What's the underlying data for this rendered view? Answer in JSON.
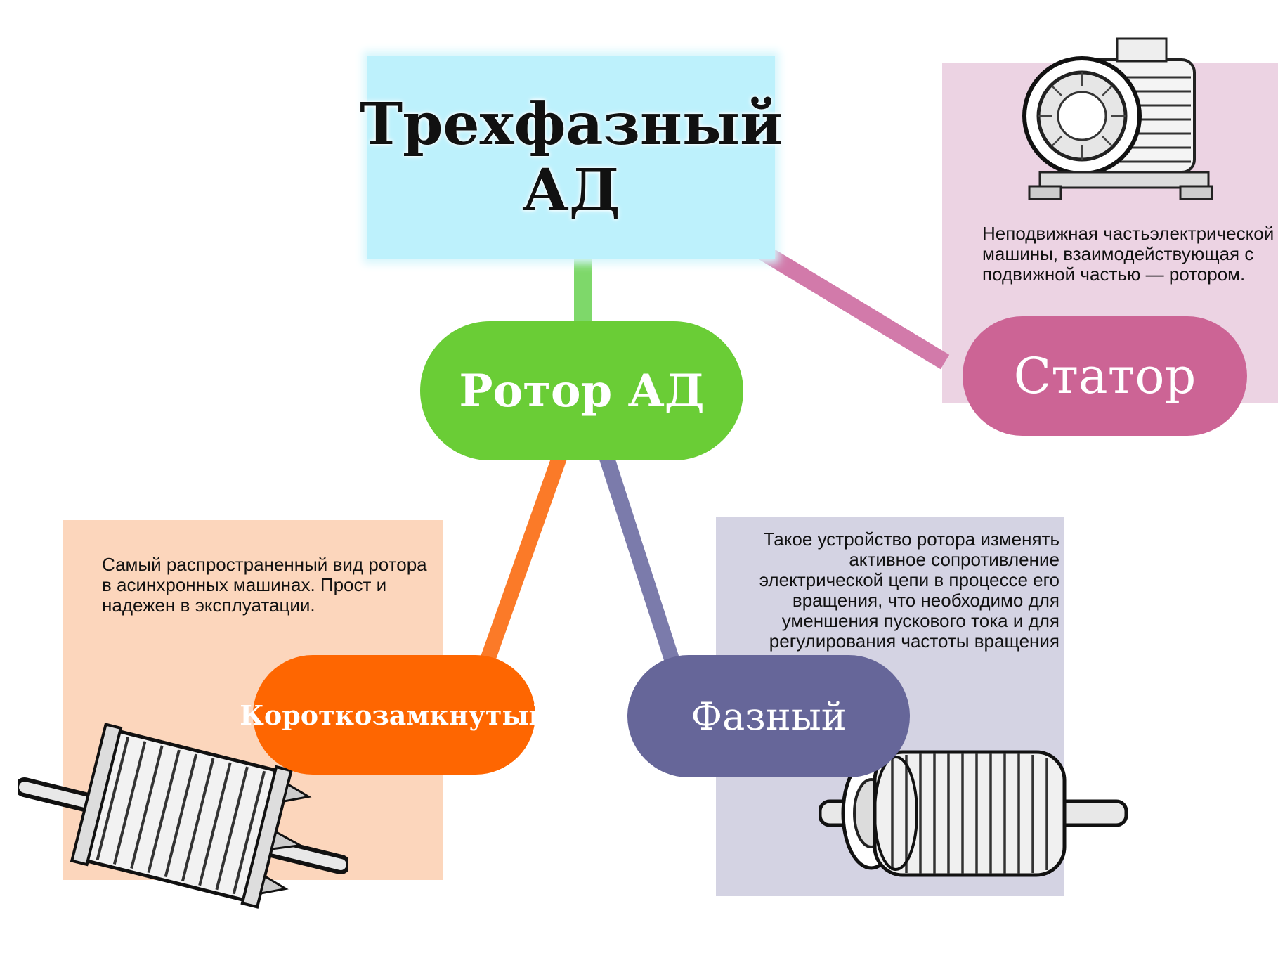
{
  "title": {
    "text": "Трехфазный\nАД"
  },
  "nodes": {
    "rotor": {
      "label": "Ротор АД",
      "color": "#6acd36"
    },
    "stator": {
      "label": "Статор",
      "color": "#cc6495",
      "description": "Неподвижная частьэлектрической машины, взаимодействующая с подвижной частью — ротором."
    },
    "short_circuit": {
      "label": "Короткозамкнутый",
      "color": "#fe6601",
      "description": "Самый распространенный вид ротора в асинхронных машинах. Прост и надежен в эксплуатации."
    },
    "phase": {
      "label": "Фазный",
      "color": "#666699",
      "description": "Такое устройство ротора изменять активное сопротивление электрической цепи в процессе его вращения, что необходимо для уменшения пускового тока и для регулирования частоты вращения"
    }
  },
  "connector_colors": {
    "title_rotor": "#7ed86a",
    "title_stator": "#d27aaa",
    "rotor_short": "#fb7a28",
    "rotor_phase": "#7b7bab"
  },
  "illustrations": {
    "stator": "stator-motor-drawing",
    "short_circuit": "squirrel-cage-rotor-drawing",
    "phase": "wound-rotor-drawing"
  }
}
